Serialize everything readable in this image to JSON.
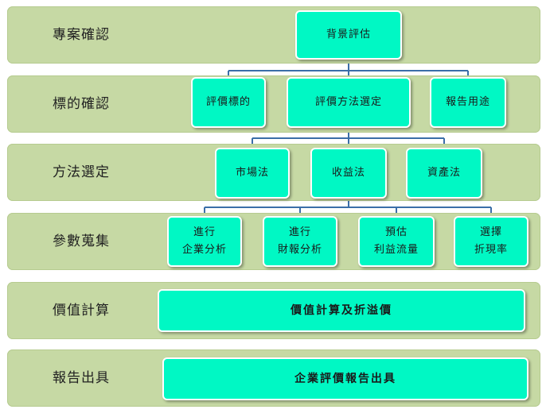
{
  "colors": {
    "band": "#c6d9a4",
    "node": "#00f8c4",
    "node_border": "#ffffff",
    "connector": "#3b6ea8"
  },
  "stages": [
    {
      "label": "專案確認",
      "nodes": [
        {
          "text": "背景評估"
        }
      ]
    },
    {
      "label": "標的確認",
      "nodes": [
        {
          "text": "評價標的"
        },
        {
          "text": "評價方法選定"
        },
        {
          "text": "報告用途"
        }
      ]
    },
    {
      "label": "方法選定",
      "nodes": [
        {
          "text": "市場法"
        },
        {
          "text": "收益法"
        },
        {
          "text": "資產法"
        }
      ]
    },
    {
      "label": "參數蒐集",
      "nodes": [
        {
          "line1": "進行",
          "line2": "企業分析"
        },
        {
          "line1": "進行",
          "line2": "財報分析"
        },
        {
          "line1": "預估",
          "line2": "利益流量"
        },
        {
          "line1": "選擇",
          "line2": "折現率"
        }
      ]
    },
    {
      "label": "價值計算",
      "nodes": [
        {
          "text": "價值計算及折溢價"
        }
      ]
    },
    {
      "label": "報告出具",
      "nodes": [
        {
          "text": "企業評價報告出具"
        }
      ]
    }
  ]
}
